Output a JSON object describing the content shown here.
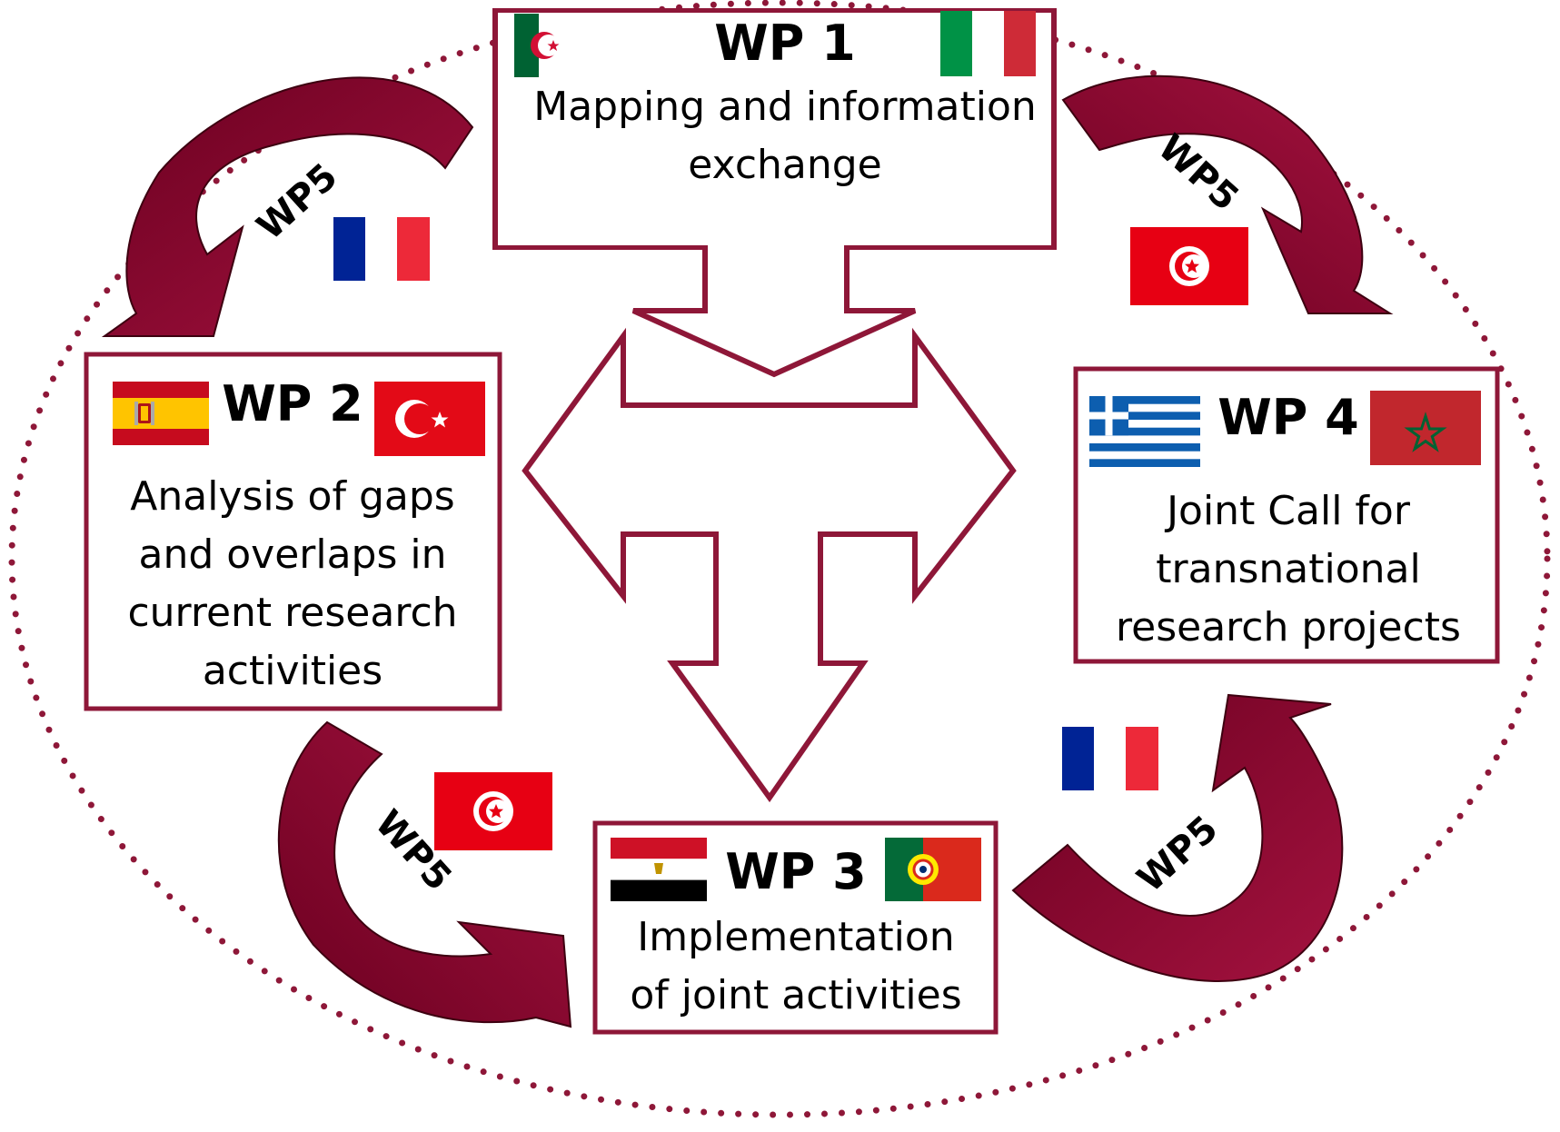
{
  "colors": {
    "accent": "#8e1738",
    "arrow_light": "#a4123f",
    "arrow_dark": "#6b0020",
    "dots": "#8e1738"
  },
  "wp1": {
    "title": "WP 1",
    "lines": [
      "Mapping and information",
      "exchange"
    ],
    "flags": [
      "algeria-flag",
      "italy-flag"
    ]
  },
  "wp2": {
    "title": "WP 2",
    "lines": [
      "Analysis of gaps",
      "and overlaps in",
      "current research",
      "activities"
    ],
    "flags": [
      "spain-flag",
      "turkey-flag"
    ]
  },
  "wp3": {
    "title": "WP 3",
    "lines": [
      "Implementation",
      "of joint activities"
    ],
    "flags": [
      "egypt-flag",
      "portugal-flag"
    ]
  },
  "wp4": {
    "title": "WP 4",
    "lines": [
      "Joint Call for",
      "transnational",
      "research projects"
    ],
    "flags": [
      "greece-flag",
      "morocco-flag"
    ]
  },
  "wp5": {
    "label": "WP5",
    "arrows": [
      {
        "from": "wp1",
        "to": "wp2",
        "flag": "france-flag"
      },
      {
        "from": "wp1",
        "to": "wp4",
        "flag": "tunisia-flag"
      },
      {
        "from": "wp2",
        "to": "wp3",
        "flag": "tunisia-flag"
      },
      {
        "from": "wp3",
        "to": "wp4",
        "flag": "france-flag"
      }
    ]
  }
}
